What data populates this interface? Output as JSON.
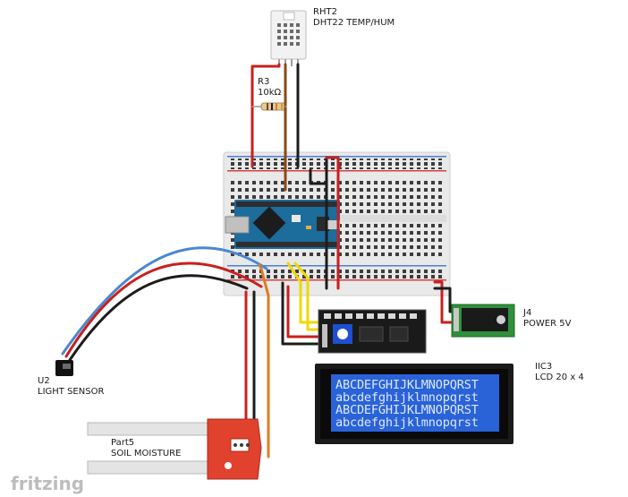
{
  "components": {
    "dht22": {
      "ref": "RHT2",
      "name": "DHT22 TEMP/HUM"
    },
    "resistor": {
      "ref": "R3",
      "value": "10kΩ"
    },
    "power": {
      "ref": "J4",
      "name": "POWER 5V"
    },
    "lcd_module": {
      "ref": "IIC3",
      "name": "LCD 20 x 4"
    },
    "light_sensor": {
      "ref": "U2",
      "name": "LIGHT SENSOR"
    },
    "soil_sensor": {
      "ref": "Part5",
      "name": "SOIL MOISTURE"
    }
  },
  "lcd": {
    "lines": [
      "ABCDEFGHIJKLMNOPQRST",
      "abcdefghijklmnopqrst",
      "ABCDEFGHIJKLMNOPQRST",
      "abcdefghijklmnopqrst"
    ]
  },
  "brand": "fritzing",
  "colors": {
    "wire_red": "#c8201e",
    "wire_black": "#1c1c1c",
    "wire_brown": "#8a4a18",
    "wire_orange": "#dd7c22",
    "wire_yellow": "#f0d800",
    "wire_blue": "#4a88d0",
    "arduino": "#1c6c9c",
    "lcd_screen": "#2a62d8",
    "pcb_green": "#2f8f3a",
    "sensor_red": "#e0422e"
  }
}
